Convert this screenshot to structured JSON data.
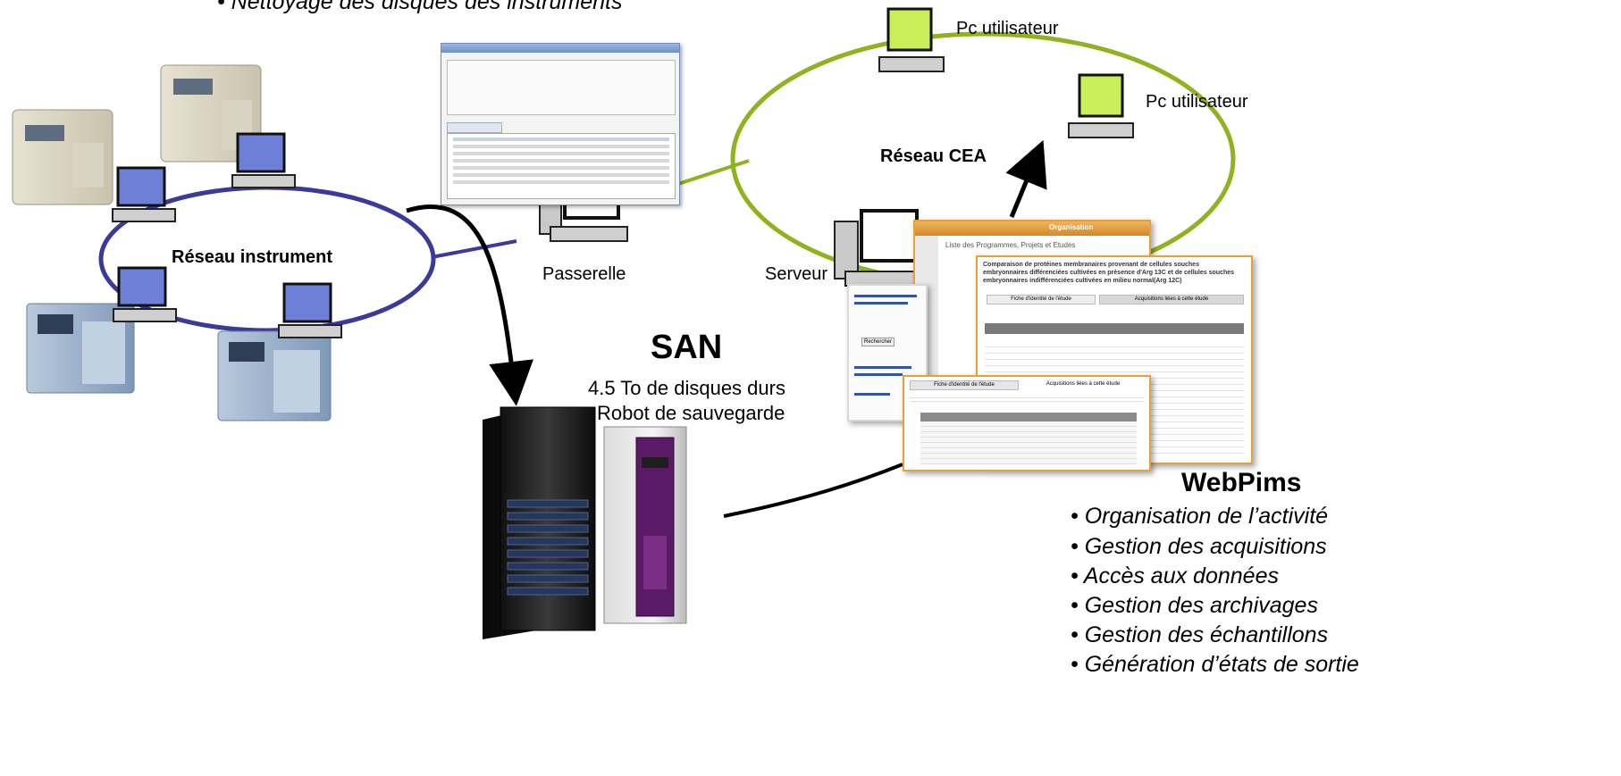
{
  "top_partial_bullet": "• Nettoyage des disques des instruments",
  "nodes": {
    "instrument_network": "Réseau instrument",
    "gateway": "Passerelle",
    "cea_network": "Réseau CEA",
    "server": "Serveur",
    "user_pc_1": "Pc utilisateur",
    "user_pc_2": "Pc utilisateur"
  },
  "san": {
    "title": "SAN",
    "line1": "4.5 To de disques durs",
    "line2": "Robot de sauvegarde"
  },
  "webpims": {
    "title": "WebPims",
    "features": [
      "• Organisation de l’activité",
      "• Gestion des acquisitions",
      "• Accès aux données",
      "• Gestion des archivages",
      "• Gestion des échantillons",
      "• Génération d’états de sortie"
    ]
  },
  "screenshot_text": {
    "webpims_back_tab": "Organisation",
    "webpims_back_heading": "Liste des Programmes, Projets et Etudes",
    "webpims_mid_heading": "Comparaison de protéines membranaires provenant de cellules souches embryonnaires différenciées cultivées en présence d'Arg 13C et de cellules souches embryonnaires indifférenciées cultivées en milieu normal(Arg 12C)",
    "webpims_mid_tab1": "Fiche d'identité de l'étude",
    "webpims_mid_tab2": "Acquisitions liées à cette étude",
    "webpims_front_tab1": "Fiche d'identité de l'étude",
    "webpims_front_tab2": "Acquisitions liées à cette étude",
    "webpims_side_search": "Rechercher"
  },
  "colors": {
    "instrument_ring": "#3a3a9a",
    "cea_ring": "#8fb21f",
    "pc_screen_blue": "#6d7fd6",
    "pc_screen_green": "#c9ef58",
    "webpims_frame": "#e6a23a"
  }
}
